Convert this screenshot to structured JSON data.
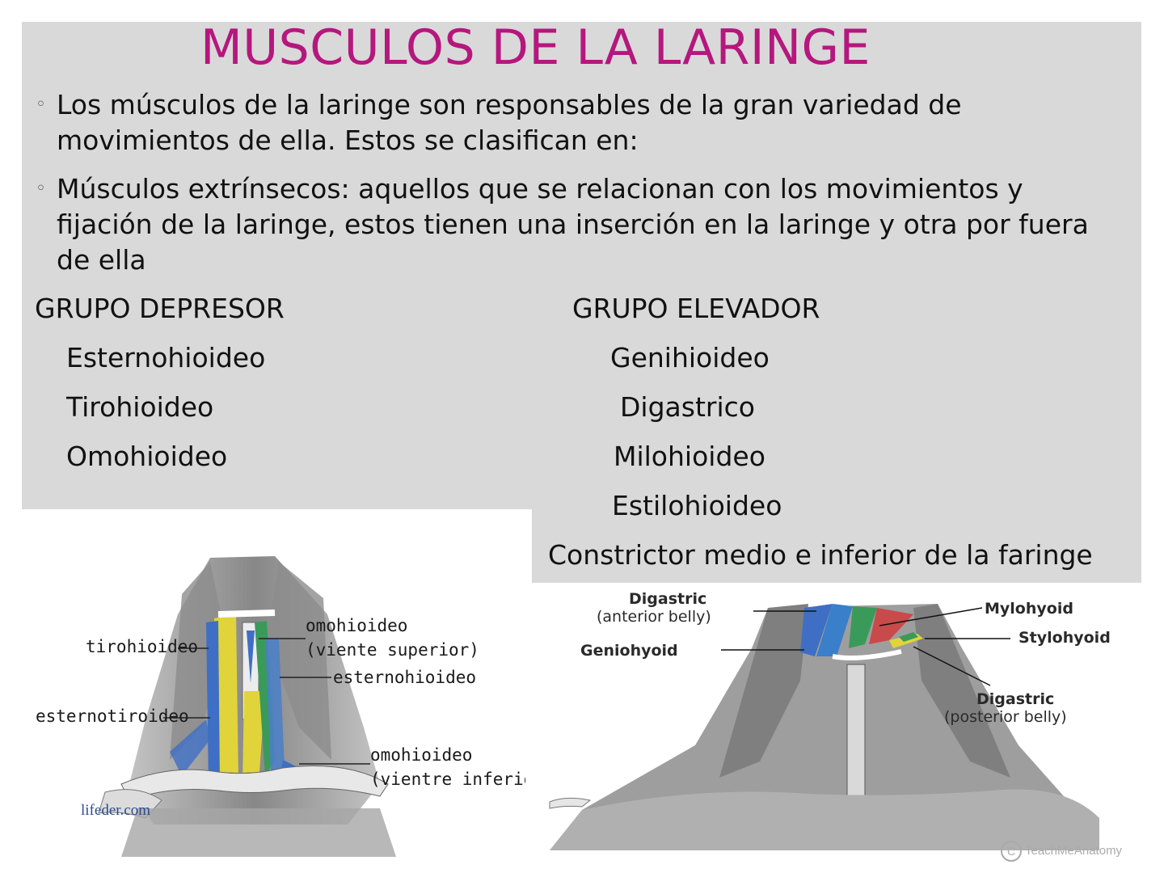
{
  "slide": {
    "title": "MUSCULOS DE LA LARINGE",
    "bullets": [
      "Los músculos de la laringe son responsables de la gran variedad de movimientos de ella. Estos se clasifican en:",
      "Músculos extrínsecos: aquellos que se relacionan con los movimientos y fijación de la laringe, estos tienen una inserción en la laringe y otra por fuera de ella"
    ],
    "bullet_marker": "◦",
    "depresor": {
      "heading": "GRUPO DEPRESOR",
      "items": [
        "Esternohioideo",
        "Tirohioideo",
        "Omohioideo"
      ]
    },
    "elevador": {
      "heading": "GRUPO ELEVADOR",
      "items": [
        "Genihioideo",
        "Digastrico",
        "Milohioideo",
        "Estilohioideo",
        "Constrictor medio e inferior de la faringe"
      ]
    }
  },
  "figure_left": {
    "labels": {
      "tirohioideo": "tirohioideo",
      "omo_sup_1": "omohioideo",
      "omo_sup_2": "(viente superior)",
      "esternohioideo": "esternohioideo",
      "esternotiroideo": "esternotiroideo",
      "omo_inf_1": "omohioideo",
      "omo_inf_2": "(vientre inferior)"
    },
    "credit": "lifeder.com"
  },
  "figure_right": {
    "labels": {
      "dig_ant_1": "Digastric",
      "dig_ant_2": "(anterior belly)",
      "mylohyoid": "Mylohyoid",
      "stylohyoid": "Stylohyoid",
      "geniohyoid": "Geniohyoid",
      "dig_post_1": "Digastric",
      "dig_post_2": "(posterior belly)"
    },
    "credit": "TeachMeAnatomy"
  },
  "colors": {
    "title": "#b5177e",
    "panel": "#d9d9d9",
    "muscle_blue": "#3f6fc4",
    "muscle_green": "#3a9a5a",
    "muscle_yellow": "#e0d43a",
    "muscle_red": "#c84a4a"
  }
}
